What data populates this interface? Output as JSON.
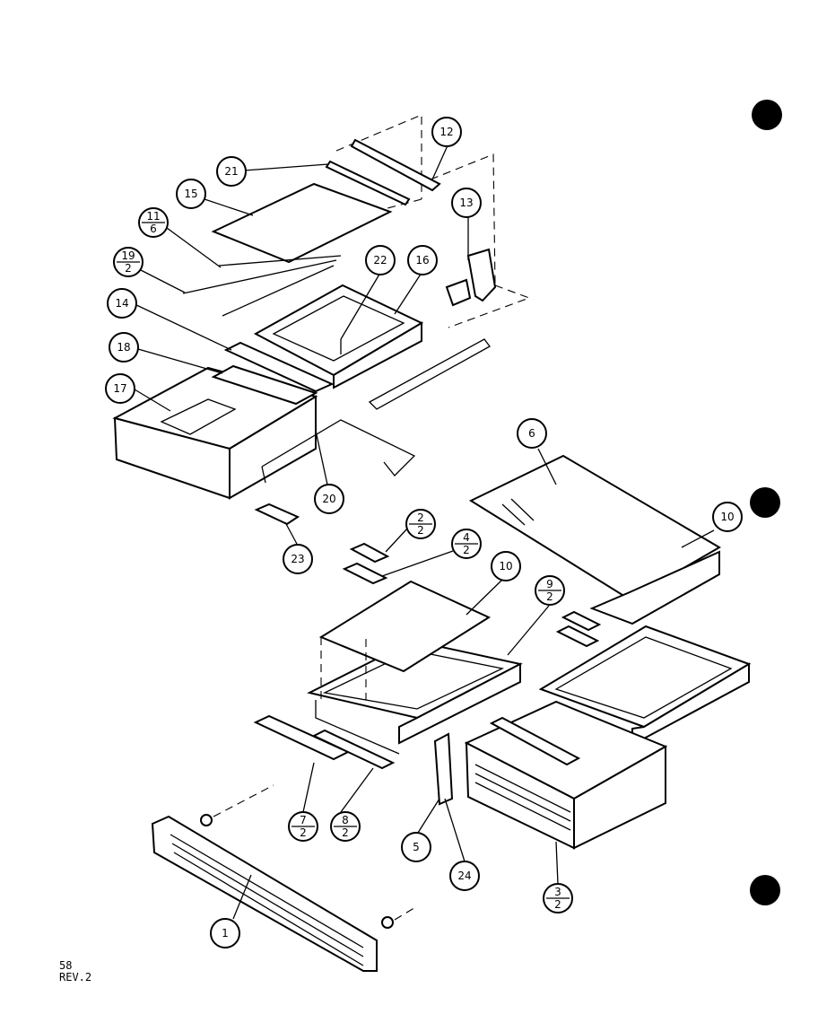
{
  "drawing": {
    "callouts": [
      {
        "id": "c1",
        "text": "1"
      },
      {
        "id": "c5",
        "text": "5"
      },
      {
        "id": "c6",
        "text": "6"
      },
      {
        "id": "c10a",
        "text": "10"
      },
      {
        "id": "c10b",
        "text": "10"
      },
      {
        "id": "c12",
        "text": "12"
      },
      {
        "id": "c13",
        "text": "13"
      },
      {
        "id": "c14",
        "text": "14"
      },
      {
        "id": "c15",
        "text": "15"
      },
      {
        "id": "c16",
        "text": "16"
      },
      {
        "id": "c17",
        "text": "17"
      },
      {
        "id": "c18",
        "text": "18"
      },
      {
        "id": "c20",
        "text": "20"
      },
      {
        "id": "c21",
        "text": "21"
      },
      {
        "id": "c22",
        "text": "22"
      },
      {
        "id": "c23",
        "text": "23"
      },
      {
        "id": "c24",
        "text": "24"
      }
    ],
    "fraction_callouts": [
      {
        "id": "f11_6",
        "top": "11",
        "bottom": "6"
      },
      {
        "id": "f19_2",
        "top": "19",
        "bottom": "2"
      },
      {
        "id": "f2_2",
        "top": "2",
        "bottom": "2"
      },
      {
        "id": "f4_2",
        "top": "4",
        "bottom": "2"
      },
      {
        "id": "f9_2",
        "top": "9",
        "bottom": "2"
      },
      {
        "id": "f7_2",
        "top": "7",
        "bottom": "2"
      },
      {
        "id": "f8_2",
        "top": "8",
        "bottom": "2"
      },
      {
        "id": "f3_2",
        "top": "3",
        "bottom": "2"
      }
    ]
  },
  "footer": {
    "page_code": "58",
    "revision": "REV.2"
  }
}
